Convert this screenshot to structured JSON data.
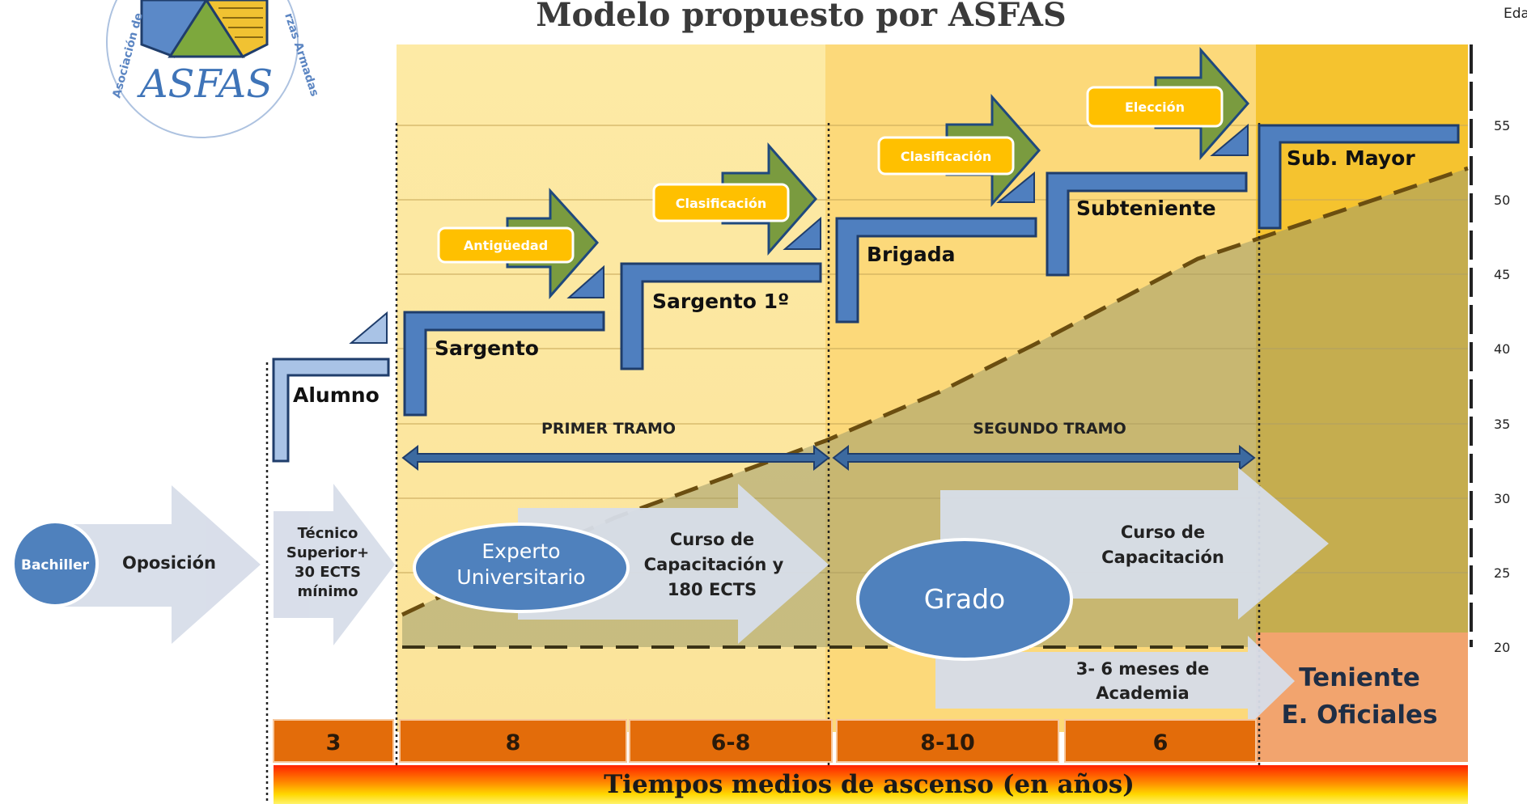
{
  "title": "Modelo propuesto por ASFAS",
  "logo": {
    "text": "ASFAS",
    "ring_left": "Asociación de",
    "ring_right": "rzas Armadas"
  },
  "age_axis": {
    "label": "Edad",
    "ticks": [
      "55",
      "50",
      "45",
      "40",
      "35",
      "30",
      "25",
      "20"
    ]
  },
  "ranks": {
    "alumno": "Alumno",
    "sargento": "Sargento",
    "sargento_1": "Sargento 1º",
    "brigada": "Brigada",
    "subteniente": "Subteniente",
    "sub_mayor": "Sub. Mayor",
    "teniente_line1": "Teniente",
    "teniente_line2": "E. Oficiales"
  },
  "criteria": {
    "antiguedad": "Antigüedad",
    "clasificacion_1": "Clasificación",
    "clasificacion_2": "Clasificación",
    "eleccion": "Elección"
  },
  "segments": {
    "primer_tramo": "PRIMER TRAMO",
    "segundo_tramo": "SEGUNDO TRAMO"
  },
  "education": {
    "bachiller": "Bachiller",
    "oposicion": "Oposición",
    "tecnico_lines": [
      "Técnico",
      "Superior+",
      "30 ECTS",
      "mínimo"
    ],
    "experto_lines": [
      "Experto",
      "Universitario"
    ],
    "curso1_lines": [
      "Curso de",
      "Capacitación  y",
      "180 ECTS"
    ],
    "grado": "Grado",
    "curso2_lines": [
      "Curso de",
      "Capacitación"
    ],
    "academia_lines": [
      "3- 6 meses de",
      "Academia"
    ]
  },
  "times": {
    "values": [
      "3",
      "8",
      "6-8",
      "8-10",
      "6"
    ],
    "caption": "Tiempos medios de ascenso (en años)"
  },
  "colors": {
    "panel_light": "#fdeaa3",
    "panel_mid": "#fcd974",
    "panel_gold": "#f4c12d",
    "orange_box": "#e36c0a",
    "rank_blue": "#4a7ab8",
    "rank_dark": "#1f497d",
    "badge": "#ffc000",
    "circle_blue": "#4f81bd",
    "green_arrow": "#77933c",
    "gray_arrow": "#d7dde9",
    "teniente_box": "#f2a46e"
  }
}
